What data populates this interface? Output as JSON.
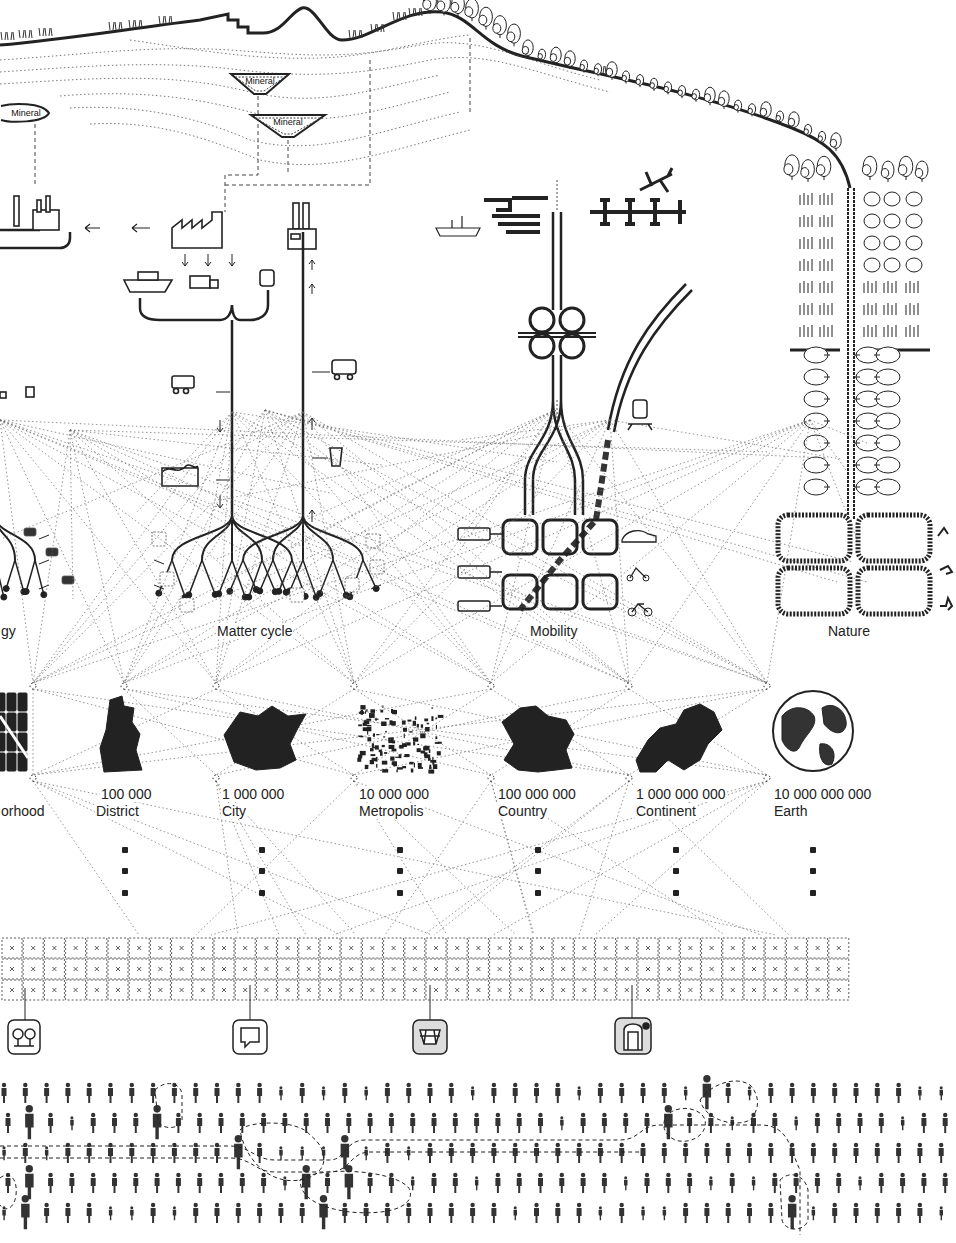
{
  "diagram": {
    "nodes": [
      {
        "text": [
          "Mineral"
        ]
      },
      {
        "text": [
          "Mineral"
        ]
      },
      {
        "text": [
          "Mineral"
        ]
      }
    ],
    "labels": [
      "gy",
      "Matter cycle",
      "Mobility",
      "Nature",
      "orhood",
      "100 000",
      "District",
      "1 000 000",
      "City",
      "10 000 000",
      "Metropolis",
      "100 000 000",
      "Country",
      "1 000 000 000",
      "Continent",
      "10 000 000 000",
      "Earth"
    ]
  }
}
